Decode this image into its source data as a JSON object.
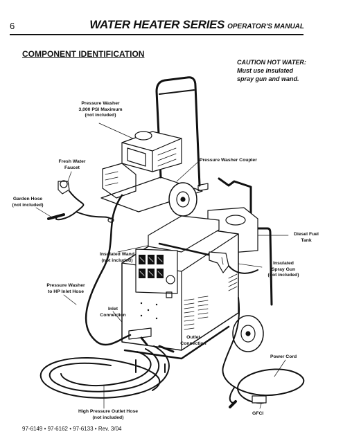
{
  "header": {
    "page_number": "6",
    "title": "WATER HEATER SERIES",
    "subtitle": "OPERATOR'S MANUAL"
  },
  "section_title": "COMPONENT IDENTIFICATION",
  "caution": {
    "line1": "CAUTION HOT WATER:",
    "line2": "Must use insulated",
    "line3": "spray gun and wand."
  },
  "labels": {
    "pressure_washer": [
      "Pressure Washer",
      "3,000 PSI Maximum",
      "(not included)"
    ],
    "fresh_water_faucet": [
      "Fresh Water",
      "Faucet"
    ],
    "pressure_washer_coupler": [
      "Pressure Washer Coupler"
    ],
    "garden_hose": [
      "Garden Hose",
      "(not included)"
    ],
    "diesel_fuel_tank": [
      "Diesel Fuel",
      "Tank"
    ],
    "insulated_wand": [
      "Insulated Wand",
      "(not included)"
    ],
    "insulated_spray_gun": [
      "Insulated",
      "Spray Gun",
      "(not included)"
    ],
    "pressure_washer_to_hp_inlet_hose": [
      "Pressure Washer",
      "to HP Inlet Hose"
    ],
    "inlet_connection": [
      "Inlet",
      "Connection"
    ],
    "outlet_connection": [
      "Outlet",
      "Connection"
    ],
    "power_cord": [
      "Power Cord"
    ],
    "high_pressure_outlet_hose": [
      "High Pressure Outlet Hose",
      "(not included)"
    ],
    "gfci": [
      "GFCI"
    ]
  },
  "footer": {
    "part_numbers": "97-6149 • 97-6162 • 97-6133 • Rev. 3/04"
  }
}
